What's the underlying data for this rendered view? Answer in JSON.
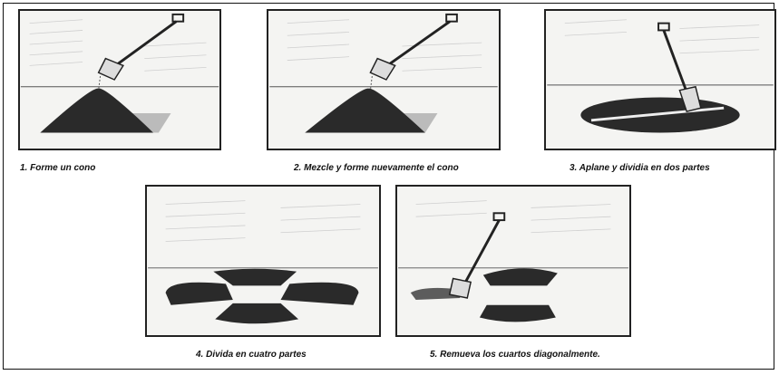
{
  "steps": [
    {
      "caption": "1.   Forme un cono"
    },
    {
      "caption": "2. Mezcle y forme nuevamente el cono"
    },
    {
      "caption": "3. Aplane y dividia  en dos partes"
    },
    {
      "caption": "4. Divida en cuatro partes"
    },
    {
      "caption": "5. Remueva los cuartos diagonalmente."
    }
  ],
  "colors": {
    "ink": "#111111",
    "pile": "#2a2a2a",
    "paper": "#f4f4f2"
  },
  "icons": [
    "shovel-icon",
    "gravel-pile-icon",
    "quartered-pile-icon"
  ]
}
